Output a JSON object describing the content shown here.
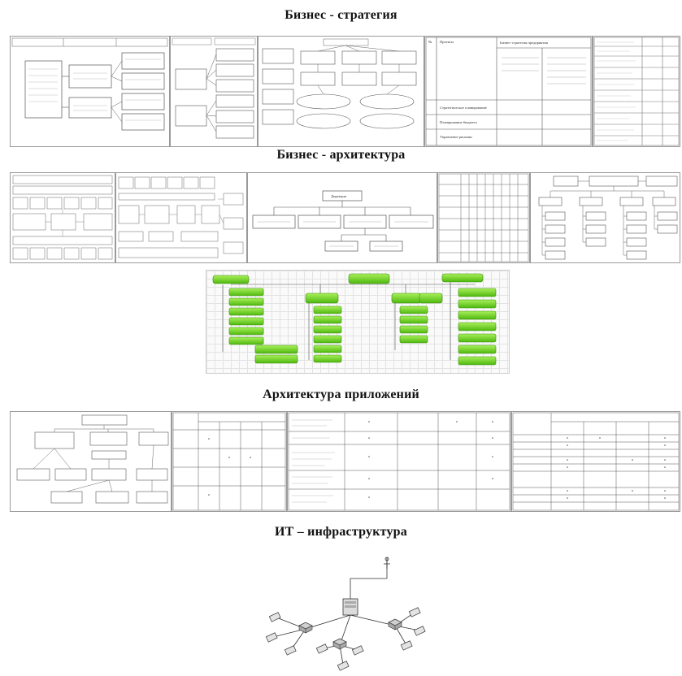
{
  "sections": {
    "strategy": "Бизнес - стратегия",
    "architecture": "Бизнес - архитектура",
    "applications": "Архитектура приложений",
    "infrastructure": "ИТ – инфраструктура"
  },
  "diagram_texts": {
    "root_department": "Дирекция",
    "strategy_table_header": "Бизнес-стратегия предприятия",
    "strategy_rows": [
      "Стратегическое планирование",
      "Планирование бюджета",
      "Управление рисками"
    ]
  },
  "colors": {
    "node_green": "#66d11a",
    "line_gray": "#777777",
    "border_gray": "#9a9a9a"
  }
}
